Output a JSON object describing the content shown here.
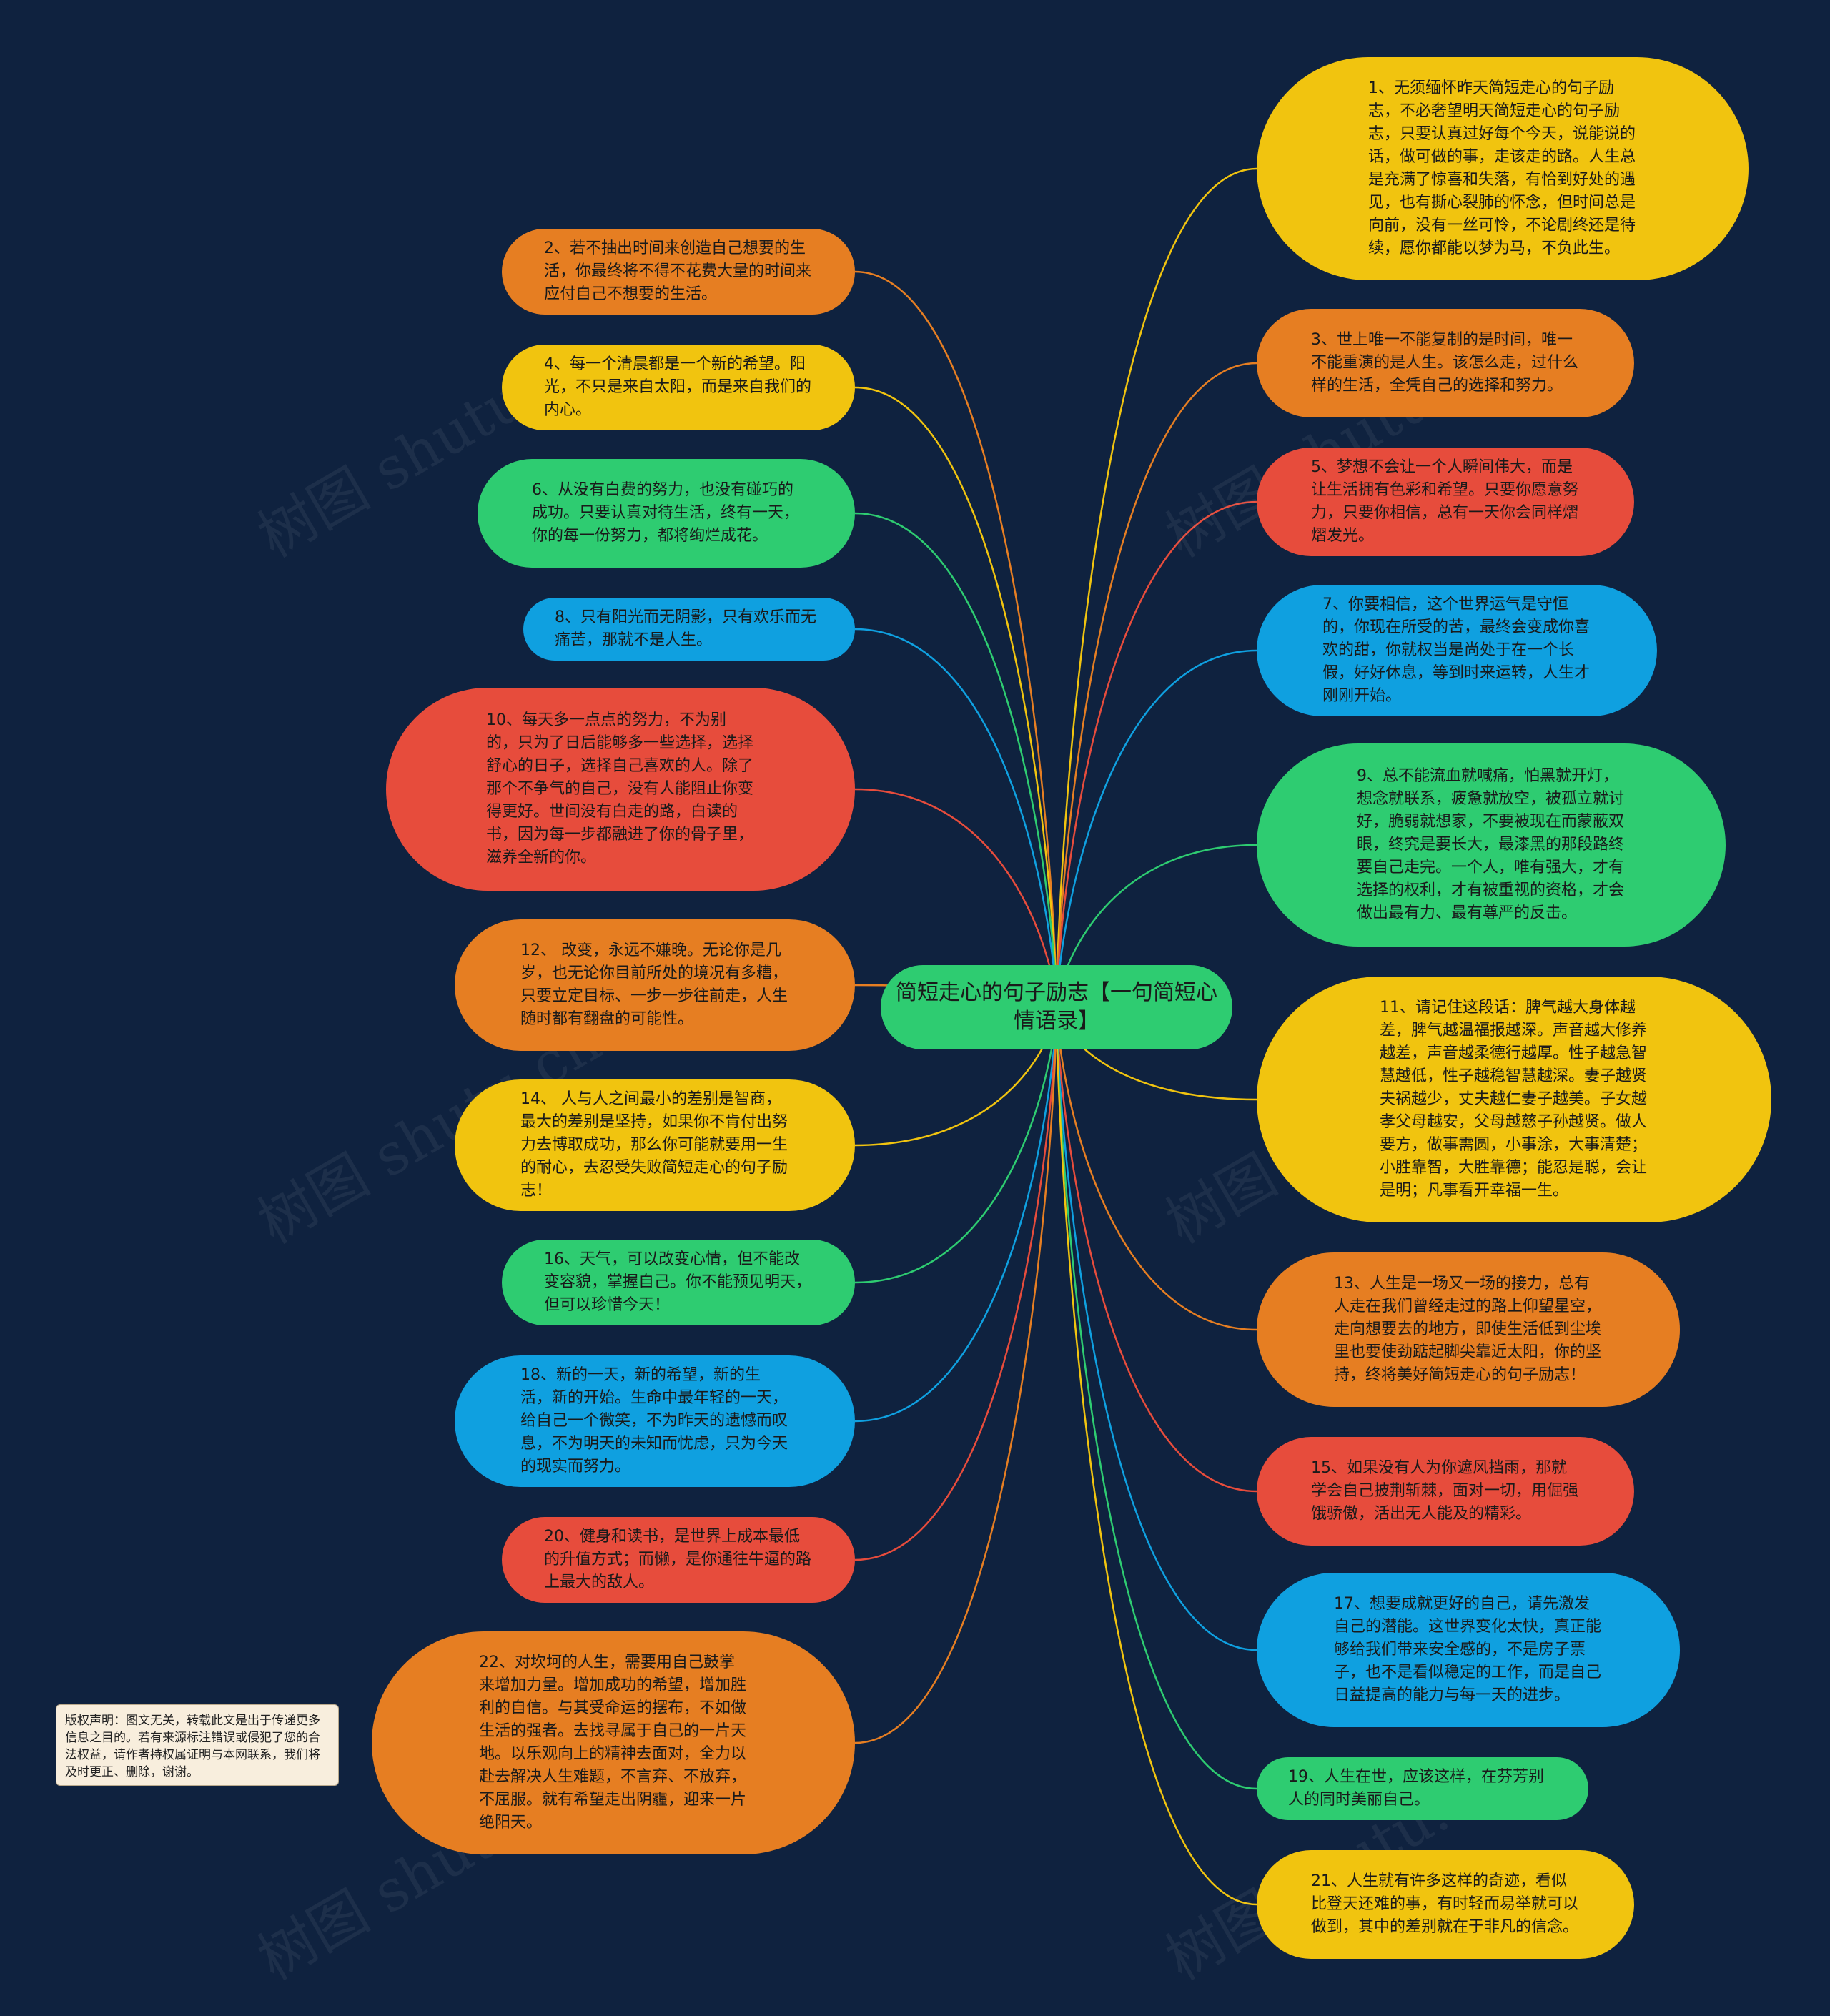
{
  "root": {
    "label": "简短走心的句子励志【一句简短心情语录】",
    "color": "#2ecc71"
  },
  "colors": {
    "yellow": "#f1c40f",
    "orange": "#e67e22",
    "red": "#e74c3c",
    "green": "#2ecc71",
    "blue": "#0fa0e0"
  },
  "branches": [
    {
      "id": 1,
      "side": "right",
      "color": "yellow",
      "text": "1、无须缅怀昨天简短走心的句子励志，不必奢望明天简短走心的句子励志，只要认真过好每个今天，说能说的话，做可做的事，走该走的路。人生总是充满了惊喜和失落，有恰到好处的遇见，也有撕心裂肺的怀念，但时间总是向前，没有一丝可怜，不论剧终还是待续，愿你都能以梦为马，不负此生。"
    },
    {
      "id": 2,
      "side": "left",
      "color": "orange",
      "text": "2、若不抽出时间来创造自己想要的生活，你最终将不得不花费大量的时间来应付自己不想要的生活。"
    },
    {
      "id": 3,
      "side": "right",
      "color": "orange",
      "text": "3、世上唯一不能复制的是时间，唯一不能重演的是人生。该怎么走，过什么样的生活，全凭自己的选择和努力。"
    },
    {
      "id": 4,
      "side": "left",
      "color": "yellow",
      "text": "4、每一个清晨都是一个新的希望。阳光，不只是来自太阳，而是来自我们的内心。"
    },
    {
      "id": 5,
      "side": "right",
      "color": "red",
      "text": "5、梦想不会让一个人瞬间伟大，而是让生活拥有色彩和希望。只要你愿意努力，只要你相信，总有一天你会同样熠熠发光。"
    },
    {
      "id": 6,
      "side": "left",
      "color": "green",
      "text": "6、从没有白费的努力，也没有碰巧的成功。只要认真对待生活，终有一天，你的每一份努力，都将绚烂成花。"
    },
    {
      "id": 7,
      "side": "right",
      "color": "blue",
      "text": "7、你要相信，这个世界运气是守恒的，你现在所受的苦，最终会变成你喜欢的甜，你就权当是尚处于在一个长假，好好休息，等到时来运转，人生才刚刚开始。"
    },
    {
      "id": 8,
      "side": "left",
      "color": "blue",
      "text": "8、只有阳光而无阴影，只有欢乐而无痛苦，那就不是人生。"
    },
    {
      "id": 9,
      "side": "right",
      "color": "green",
      "text": "9、总不能流血就喊痛，怕黑就开灯，想念就联系，疲惫就放空，被孤立就讨好，脆弱就想家，不要被现在而蒙蔽双眼，终究是要长大，最漆黑的那段路终要自己走完。一个人，唯有强大，才有选择的权利，才有被重视的资格，才会做出最有力、最有尊严的反击。"
    },
    {
      "id": 10,
      "side": "left",
      "color": "red",
      "text": "10、每天多一点点的努力，不为别的，只为了日后能够多一些选择，选择舒心的日子，选择自己喜欢的人。除了那个不争气的自己，没有人能阻止你变得更好。世间没有白走的路，白读的书，因为每一步都融进了你的骨子里，滋养全新的你。"
    },
    {
      "id": 11,
      "side": "right",
      "color": "yellow",
      "text": "11、请记住这段话：脾气越大身体越差，脾气越温福报越深。声音越大修养越差，声音越柔德行越厚。性子越急智慧越低，性子越稳智慧越深。妻子越贤夫祸越少，丈夫越仁妻子越美。子女越孝父母越安，父母越慈子孙越贤。做人要方，做事需圆，小事涂，大事清楚；小胜靠智，大胜靠德；能忍是聪，会让是明；凡事看开幸福一生。"
    },
    {
      "id": 12,
      "side": "left",
      "color": "orange",
      "text": "12、 改变，永远不嫌晚。无论你是几岁，也无论你目前所处的境况有多糟，只要立定目标、一步一步往前走，人生随时都有翻盘的可能性。"
    },
    {
      "id": 13,
      "side": "right",
      "color": "orange",
      "text": "13、人生是一场又一场的接力，总有人走在我们曾经走过的路上仰望星空，走向想要去的地方，即使生活低到尘埃里也要使劲踮起脚尖靠近太阳，你的坚持，终将美好简短走心的句子励志！"
    },
    {
      "id": 14,
      "side": "left",
      "color": "yellow",
      "text": "14、 人与人之间最小的差别是智商，最大的差别是坚持，如果你不肯付出努力去博取成功，那么你可能就要用一生的耐心，去忍受失败简短走心的句子励志！"
    },
    {
      "id": 15,
      "side": "right",
      "color": "red",
      "text": "15、如果没有人为你遮风挡雨，那就学会自己披荆斩棘，面对一切，用倔强饿骄傲，活出无人能及的精彩。"
    },
    {
      "id": 16,
      "side": "left",
      "color": "green",
      "text": "16、天气，可以改变心情，但不能改变容貌，掌握自己。你不能预见明天，但可以珍惜今天！"
    },
    {
      "id": 17,
      "side": "right",
      "color": "blue",
      "text": "17、想要成就更好的自己，请先激发自己的潜能。这世界变化太快，真正能够给我们带来安全感的，不是房子票子，也不是看似稳定的工作，而是自己日益提高的能力与每一天的进步。"
    },
    {
      "id": 18,
      "side": "left",
      "color": "blue",
      "text": "18、新的一天，新的希望，新的生活，新的开始。生命中最年轻的一天，给自己一个微笑，不为昨天的遗憾而叹息，不为明天的未知而忧虑，只为今天的现实而努力。"
    },
    {
      "id": 19,
      "side": "right",
      "color": "green",
      "text": "19、人生在世，应该这样，在芬芳别人的同时美丽自己。"
    },
    {
      "id": 20,
      "side": "left",
      "color": "red",
      "text": "20、健身和读书，是世界上成本最低的升值方式；而懒，是你通往牛逼的路上最大的敌人。"
    },
    {
      "id": 21,
      "side": "right",
      "color": "yellow",
      "text": "21、人生就有许多这样的奇迹，看似比登天还难的事，有时轻而易举就可以做到，其中的差别就在于非凡的信念。"
    },
    {
      "id": 22,
      "side": "left",
      "color": "orange",
      "text": "22、对坎坷的人生，需要用自己鼓掌来增加力量。增加成功的希望，增加胜利的自信。与其受命运的摆布，不如做生活的强者。去找寻属于自己的一片天地。以乐观向上的精神去面对，全力以赴去解决人生难题，不言弃、不放弃，不屈服。就有希望走出阴霾，迎来一片绝阳天。"
    }
  ],
  "copyright": {
    "text": "版权声明：图文无关，转载此文是出于传递更多信息之目的。若有来源标注错误或侵犯了您的合法权益，请作者持权属证明与本网联系，我们将及时更正、删除，谢谢。"
  },
  "watermark": {
    "text": "树图 shutu.cn"
  }
}
